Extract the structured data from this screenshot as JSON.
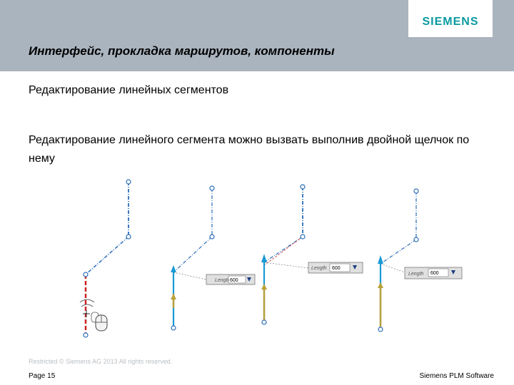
{
  "header": {
    "logo": "SIEMENS",
    "title": "Интерфейс, прокладка маршрутов, компоненты"
  },
  "content": {
    "subtitle": "Редактирование линейных сегментов",
    "paragraph": "Редактирование линейного сегмента можно вызвать выполнив двойной щелчок по нему"
  },
  "illustration": {
    "length_label": "Length",
    "panels": [
      {
        "length": "600"
      },
      {
        "length": "600"
      },
      {
        "length": "600"
      }
    ]
  },
  "footer": {
    "restricted": "Restricted © Siemens AG 2013 All rights reserved.",
    "page": "Page 15",
    "brand": "Siemens PLM Software"
  },
  "colors": {
    "header_bg": "#aab4bf",
    "logo": "#0a9aa0",
    "route_blue": "#2a6db8",
    "highlight_red": "#cc2222",
    "segment_gold": "#b9a13a",
    "selected_cyan": "#1a9ad6"
  }
}
